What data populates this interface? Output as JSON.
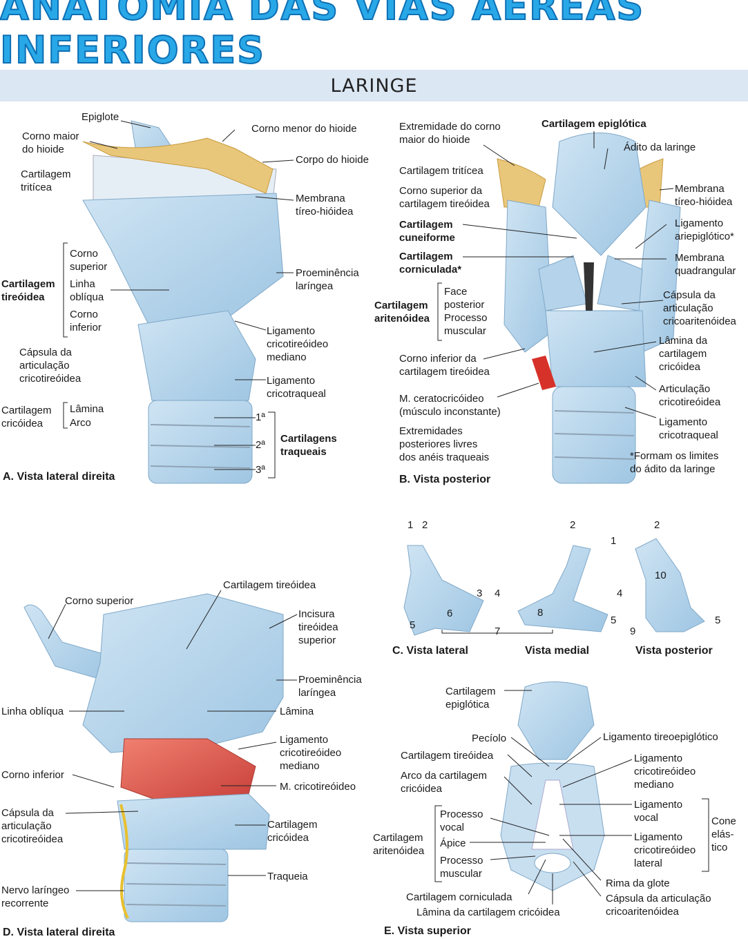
{
  "header": {
    "title": "ANATOMIA DAS VIAS AÉREAS INFERIORES",
    "section": "LARINGE"
  },
  "figA": {
    "caption": "A. Vista lateral direita",
    "labels": {
      "epiglote": "Epiglote",
      "corno_maior": "Corno maior\ndo hioide",
      "corno_menor": "Corno menor do hioide",
      "corpo_hioide": "Corpo do hioide",
      "trit": "Cartilagem\ntritícea",
      "membrana": "Membrana\ntíreo-hióidea",
      "corno_sup": "Corno\nsuperior",
      "tireoidea": "Cartilagem\ntireóidea",
      "linha": "Linha\noblíqua",
      "corno_inf": "Corno\ninferior",
      "proem": "Proeminência\nlaríngea",
      "lig_med": "Ligamento\ncricotireóideo\nmediano",
      "capsula": "Cápsula da\narticulação\ncricotireóidea",
      "lig_traq": "Ligamento\ncricotraqueal",
      "cricoidea": "Cartilagem\ncricóidea",
      "lamina": "Lâmina",
      "arco": "Arco",
      "n1": "1ª",
      "n2": "2ª",
      "n3": "3ª",
      "traqueais": "Cartilagens\ntraqueais"
    }
  },
  "figB": {
    "caption": "B. Vista posterior",
    "labels": {
      "extremidade": "Extremidade do corno\nmaior do hioide",
      "epiglotica": "Cartilagem epiglótica",
      "adito": "Ádito da laringe",
      "tritícea": "Cartilagem tritícea",
      "corno_sup": "Corno superior da\ncartilagem tireóidea",
      "membrana": "Membrana\ntíreo-hióidea",
      "cuneiforme": "Cartilagem\ncuneiforme",
      "lig_ari": "Ligamento\nariepiglótico*",
      "corniculada": "Cartilagem\ncorniculada*",
      "memb_quad": "Membrana\nquadrangular",
      "aritenoidea": "Cartilagem\naritenóidea",
      "face": "Face\nposterior",
      "processo": "Processo\nmuscular",
      "capsula": "Cápsula da\narticulação\ncricoaritenóidea",
      "lamina": "Lâmina da\ncartilagem\ncricóidea",
      "corno_inf": "Corno inferior da\ncartilagem tireóidea",
      "articulacao": "Articulação\ncricotireóidea",
      "ceratocricoideo": "M. ceratocricóideo\n(músculo inconstante)",
      "lig_traq": "Ligamento\ncricotraqueal",
      "extremidades": "Extremidades\nposteriores livres\ndos anéis traqueais",
      "formam": "*Formam os limites\ndo ádito da laringe"
    }
  },
  "figC": {
    "captions": {
      "lateral": "C.  Vista lateral",
      "medial": "Vista medial",
      "posterior": "Vista posterior"
    },
    "nums": [
      "1",
      "2",
      "3",
      "4",
      "5",
      "6",
      "7",
      "8",
      "9",
      "10"
    ]
  },
  "figD": {
    "caption": "D. Vista lateral direita",
    "labels": {
      "tireoidea": "Cartilagem tireóidea",
      "corno_sup": "Corno superior",
      "incisura": "Incisura\ntireóidea\nsuperior",
      "proem": "Proeminência\nlaríngea",
      "linha": "Linha oblíqua",
      "lamina": "Lâmina",
      "lig_med": "Ligamento\ncricotireóideo\nmediano",
      "corno_inf": "Corno inferior",
      "musculo": "M. cricotireóideo",
      "capsula": "Cápsula da\narticulação\ncricotireóidea",
      "cricoidea": "Cartilagem\ncricóidea",
      "traqueia": "Traqueia",
      "nervo": "Nervo laríngeo\nrecorrente"
    }
  },
  "figE": {
    "caption": "E. Vista superior",
    "labels": {
      "epiglotica": "Cartilagem\nepiglótica",
      "peciolo": "Pecíolo",
      "lig_tireoepi": "Ligamento tireoepiglótico",
      "tireoidea": "Cartilagem tireóidea",
      "lig_med": "Ligamento\ncricotireóideo\nmediano",
      "arco": "Arco da cartilagem\ncricóidea",
      "lig_vocal": "Ligamento\nvocal",
      "cone": "Cone\nelás-\ntico",
      "proc_vocal": "Processo\nvocal",
      "aritenoidea": "Cartilagem\naritenóidea",
      "apice": "Ápice",
      "lig_lat": "Ligamento\ncricotireóideo\nlateral",
      "proc_musc": "Processo\nmuscular",
      "rima": "Rima da glote",
      "corniculada": "Cartilagem corniculada",
      "capsula": "Cápsula da articulação\ncricoaritenóidea",
      "lamina": "Lâmina da cartilagem cricóidea"
    }
  }
}
